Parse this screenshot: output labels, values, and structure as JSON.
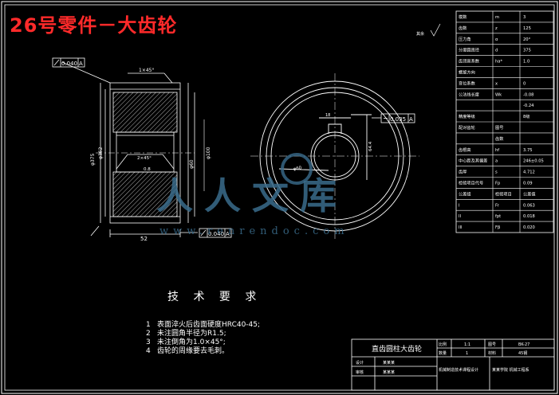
{
  "header": {
    "title": "26号零件－大齿轮"
  },
  "view_labels": {
    "radial_runout": "0.040",
    "face_runout": "0.040",
    "datum": "A",
    "keyway_sym": "0.035",
    "chamfer": "1×45°",
    "chamfer_inner": "2×45°",
    "width_dim": "52",
    "outer_dia": "φ375",
    "root_dia": "φ362",
    "bore_dia": "φ60",
    "hub_dia": "φ100",
    "key_width": "18",
    "key_depth": "64.4",
    "bore_view_dia": "φ60",
    "small_dim": "0.8",
    "roughness_mark": "其余"
  },
  "param_table": {
    "rows": [
      {
        "label": "模数",
        "sym": "m",
        "val": "3"
      },
      {
        "label": "齿数",
        "sym": "z",
        "val": "125"
      },
      {
        "label": "压力角",
        "sym": "α",
        "val": "20°"
      },
      {
        "label": "分度圆直径",
        "sym": "d",
        "val": "375"
      },
      {
        "label": "齿顶高系数",
        "sym": "ha*",
        "val": "1.0"
      },
      {
        "label": "螺旋方向",
        "sym": "",
        "val": ""
      },
      {
        "label": "变位系数",
        "sym": "x",
        "val": "0"
      },
      {
        "label": "公法线长度",
        "sym": "Wk",
        "val": "-0.08"
      },
      {
        "label": "",
        "sym": "",
        "val": "-0.24"
      },
      {
        "label": "精度等级",
        "sym": "",
        "val": "8级"
      },
      {
        "label": "配对齿轮",
        "sym": "图号",
        "val": ""
      },
      {
        "label": "",
        "sym": "齿数",
        "val": ""
      },
      {
        "label": "齿根高",
        "sym": "hf",
        "val": "3.75"
      },
      {
        "label": "中心距及其偏差",
        "sym": "a",
        "val": "246±0.05"
      },
      {
        "label": "齿厚",
        "sym": "s",
        "val": "4.712"
      },
      {
        "label": "检验项目代号",
        "sym": "Fp",
        "val": "0.09"
      },
      {
        "label": "公差组",
        "sym": "检验项目",
        "val": "公差值"
      },
      {
        "label": "I",
        "sym": "Fr",
        "val": "0.063"
      },
      {
        "label": "II",
        "sym": "fpt",
        "val": "0.018"
      },
      {
        "label": "III",
        "sym": "Fβ",
        "val": "0.020"
      }
    ]
  },
  "tech_req": {
    "title": "技 术 要 求",
    "items": [
      {
        "n": "1",
        "text": "表面淬火后齿面硬度HRC40-45;"
      },
      {
        "n": "2",
        "text": "未注圆角半径为R1.5;"
      },
      {
        "n": "3",
        "text": "未注倒角为1.0×45°;"
      },
      {
        "n": "4",
        "text": "齿轮的周缘要去毛刺。"
      }
    ]
  },
  "title_block": {
    "name": "直齿圆柱大齿轮",
    "ratio_label": "比例",
    "ratio_val": "1:1",
    "drawno_label": "图号",
    "drawno_val": "BK-27",
    "qty_label": "数量",
    "qty_val": "1",
    "material_label": "材料",
    "material_val": "45钢",
    "design_label": "设计",
    "design_val": "某某某",
    "check_label": "审核",
    "check_val": "某某某",
    "school": "机械制造技术课程设计",
    "org": "某某学院 机械工程系"
  },
  "watermark": {
    "text": "人人文库",
    "url": "www.renrendoc.com"
  }
}
